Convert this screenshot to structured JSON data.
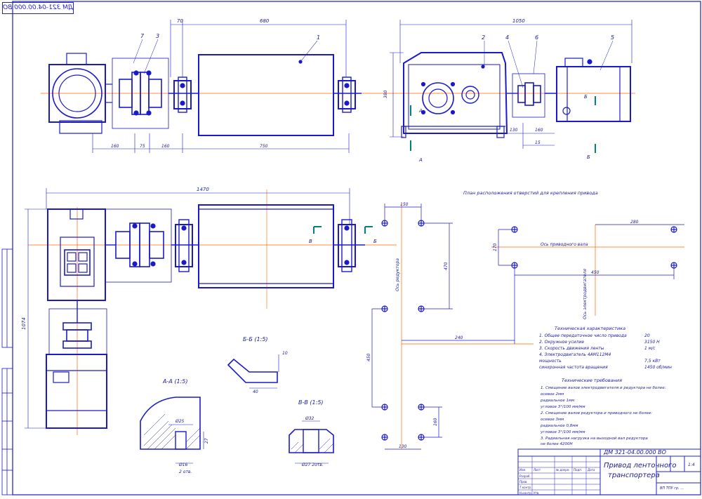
{
  "stamp": {
    "corner_code": "ДМ 321-04.00.000 ВО",
    "doc_code": "ДМ 321-04.00.000 ВО",
    "title_line1": "Привод ленточного",
    "title_line2": "транспортера",
    "sheet_scale": "1:4",
    "group_note": "ВП ТПУ гр. ...",
    "row_labels": [
      "Изм.",
      "Лист",
      "№ докум.",
      "Подп.",
      "Дата"
    ],
    "role_labels": [
      "Разраб.",
      "Пров.",
      "Т.контр.",
      "Н.контр.",
      "Утв."
    ]
  },
  "top_view": {
    "dims": {
      "d_top_left": "70",
      "d_top_mid": "680",
      "d_top_right": "1050",
      "d_bottom_left1": "160",
      "d_bottom_left2": "75",
      "d_bottom_left3": "160",
      "d_bottom_long": "750",
      "d_right_small1": "130",
      "d_right_small2": "160",
      "d_right_v": "380",
      "d_right_s": "15"
    },
    "callouts": [
      "1",
      "2",
      "3",
      "4",
      "5",
      "6",
      "7"
    ],
    "section_marks": [
      "А",
      "А",
      "Б",
      "Б"
    ]
  },
  "bottom_view": {
    "dim_overall": "1470",
    "dim_height": "1074",
    "section_marks": [
      "В",
      "Б"
    ],
    "plan_title": "План расположения отверстий для крепления привода",
    "axis_drum": "Ось приводного вала",
    "axis_reducer": "Ось редуктора",
    "axis_motor": "Ось электродвигателя",
    "holes_dims": {
      "d_280": "280",
      "d_150": "150",
      "d_470": "470",
      "d_240": "240",
      "d_450": "450",
      "d_450b": "450",
      "d_160": "160",
      "d_130": "130",
      "d_170": "170"
    }
  },
  "sections": {
    "bb_label": "Б-Б (1:5)",
    "aa_label": "А-А (1:5)",
    "vv_label": "В-В (1:5)",
    "bb_dims": [
      "10",
      "40"
    ],
    "aa_dims": [
      "Ø25",
      "Ø16",
      "2 отв.",
      "27"
    ],
    "vv_dims": [
      "Ø32",
      "Ø27 2отв."
    ]
  },
  "tech_spec": {
    "title": "Техническая характеристика",
    "lines": [
      "1. Общее передаточное число привода",
      "2. Окружное усилие",
      "3. Скорость движения ленты",
      "4. Электродвигатель 4АМ112М4",
      "    мощность",
      "    синхронная частота вращения"
    ],
    "values": [
      "20",
      "3150 Н",
      "1 м/с",
      "",
      "7,5 кВт",
      "1450 об/мин"
    ]
  },
  "tech_req": {
    "title": "Технические требования",
    "lines": [
      "1. Смещение валов электродвигателя и редуктора не более:",
      "    осевое                 2мм",
      "    радиальное             1мм",
      "    угловое                3°/100 мм/мм",
      "2. Смещение валов редуктора и приводного не более:",
      "    осевое                 3мм",
      "    радиальное             0,8мм",
      "    угловое                3°/100 мм/мм",
      "3. Радиальная нагрузка на выходной вал редуктора",
      "    не более             4200Н"
    ]
  },
  "colors": {
    "line": "#1a1acc",
    "axis": "#ff6600",
    "stamp": "#2222cc",
    "section_marker": "#008080"
  }
}
